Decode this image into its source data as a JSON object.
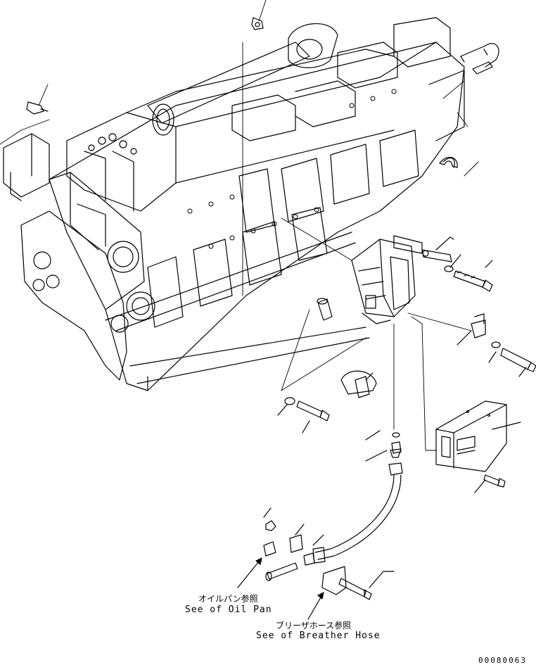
{
  "diagram": {
    "references": [
      {
        "jp": "オイルパン参照",
        "en": "See of Oil Pan"
      },
      {
        "jp": "ブリーザホース参照",
        "en": "See of Breather Hose"
      }
    ],
    "drawing_code": "00080063"
  }
}
